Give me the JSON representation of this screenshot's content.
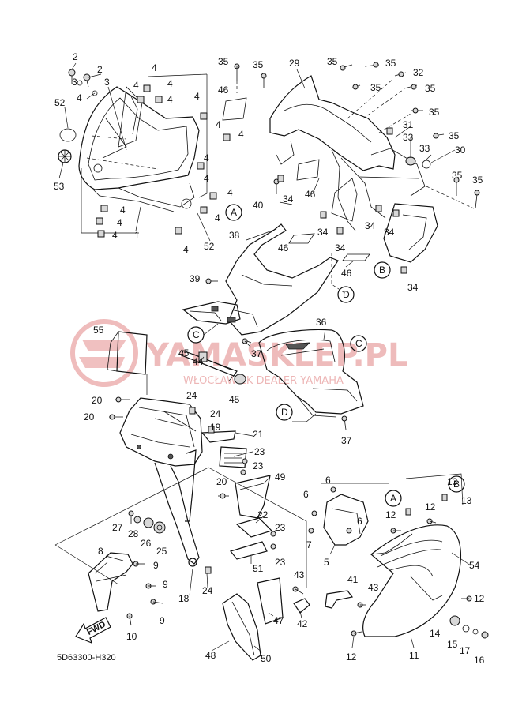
{
  "watermark": {
    "main": "YAMASKLEP.PL",
    "sub": "WŁOCŁAWIEK DEALER YAMAHA"
  },
  "diagram_code": "5D63300-H320",
  "fwd_label": "FWD",
  "callouts": [
    "A",
    "B",
    "C",
    "D"
  ],
  "part_numbers": {
    "n1": "1",
    "n2": "2",
    "n3": "3",
    "n4": "4",
    "n5": "5",
    "n6": "6",
    "n7": "7",
    "n8": "8",
    "n9": "9",
    "n10": "10",
    "n11": "11",
    "n12": "12",
    "n13": "13",
    "n14": "14",
    "n15": "15",
    "n16": "16",
    "n17": "17",
    "n18": "18",
    "n19": "19",
    "n20": "20",
    "n21": "21",
    "n22": "22",
    "n23": "23",
    "n24": "24",
    "n25": "25",
    "n26": "26",
    "n27": "27",
    "n28": "28",
    "n29": "29",
    "n30": "30",
    "n31": "31",
    "n32": "32",
    "n33": "33",
    "n34": "34",
    "n35": "35",
    "n36": "36",
    "n37": "37",
    "n38": "38",
    "n39": "39",
    "n40": "40",
    "n41": "41",
    "n42": "42",
    "n43": "43",
    "n44": "44",
    "n45": "45",
    "n46": "46",
    "n47": "47",
    "n48": "48",
    "n49": "49",
    "n50": "50",
    "n51": "51",
    "n52": "52",
    "n53": "53",
    "n54": "54",
    "n55": "55"
  }
}
